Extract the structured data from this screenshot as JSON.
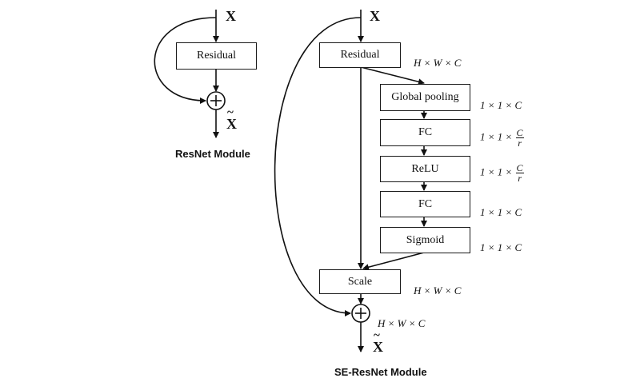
{
  "resnet": {
    "input": "X",
    "residual": "Residual",
    "output": "X",
    "caption": "ResNet Module"
  },
  "se": {
    "input": "X",
    "residual": "Residual",
    "global_pooling": "Global pooling",
    "fc1": "FC",
    "relu": "ReLU",
    "fc2": "FC",
    "sigmoid": "Sigmoid",
    "scale": "Scale",
    "output": "X",
    "caption": "SE-ResNet Module",
    "dims": {
      "residual": "H × W × C",
      "global_pooling": "1 × 1 × C",
      "fc1_prefix": "1 × 1 ×",
      "fc1_num": "C",
      "fc1_den": "r",
      "relu_prefix": "1 × 1 ×",
      "relu_num": "C",
      "relu_den": "r",
      "fc2": "1 × 1 × C",
      "sigmoid": "1 × 1 × C",
      "scale": "H × W × C",
      "sum": "H × W × C"
    }
  }
}
